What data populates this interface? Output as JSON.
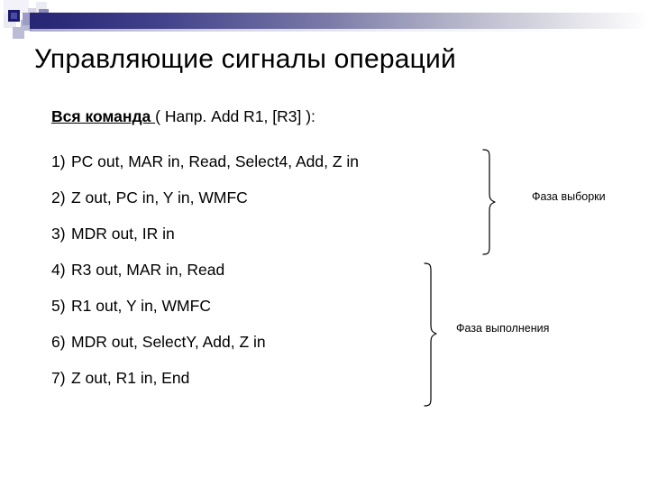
{
  "slide": {
    "title": "Управляющие сигналы операций",
    "background_color": "#ffffff",
    "accent_color": "#262673"
  },
  "decoration": {
    "bar_gradient_from": "#262673",
    "bar_gradient_to": "#ffffff",
    "squares": [
      {
        "name": "square-navy-small",
        "color": "#1a1a6e"
      },
      {
        "name": "square-pale-1",
        "color": "#e8e8f2"
      },
      {
        "name": "square-pale-2",
        "color": "#c9c9de"
      },
      {
        "name": "square-mid-1",
        "color": "#9a9ac2"
      },
      {
        "name": "square-mid-2",
        "color": "#b0b0cd"
      },
      {
        "name": "square-navy-block",
        "color": "#2d2d80"
      }
    ]
  },
  "content": {
    "lead": {
      "strong": "Вся команда ",
      "rest": "( Напр. Add R1, [R3] ):"
    },
    "steps": [
      {
        "num": "1)",
        "text": "PC out, MAR in, Read, Select4, Add, Z in"
      },
      {
        "num": "2)",
        "text": "Z out, PC in, Y in, WMFC"
      },
      {
        "num": "3)",
        "text": "MDR out, IR in"
      },
      {
        "num": "4)",
        "text": "R3 out, MAR in, Read"
      },
      {
        "num": "5)",
        "text": "R1 out, Y in, WMFC"
      },
      {
        "num": "6)",
        "text": "MDR out, SelectY, Add, Z in"
      },
      {
        "num": "7)",
        "text": "Z out, R1 in, End"
      }
    ],
    "phases": [
      {
        "name": "fetch-phase",
        "label": "Фаза выборки",
        "covers_steps": "1-3"
      },
      {
        "name": "exec-phase",
        "label": "Фаза выполнения",
        "covers_steps": "4-7"
      }
    ]
  }
}
